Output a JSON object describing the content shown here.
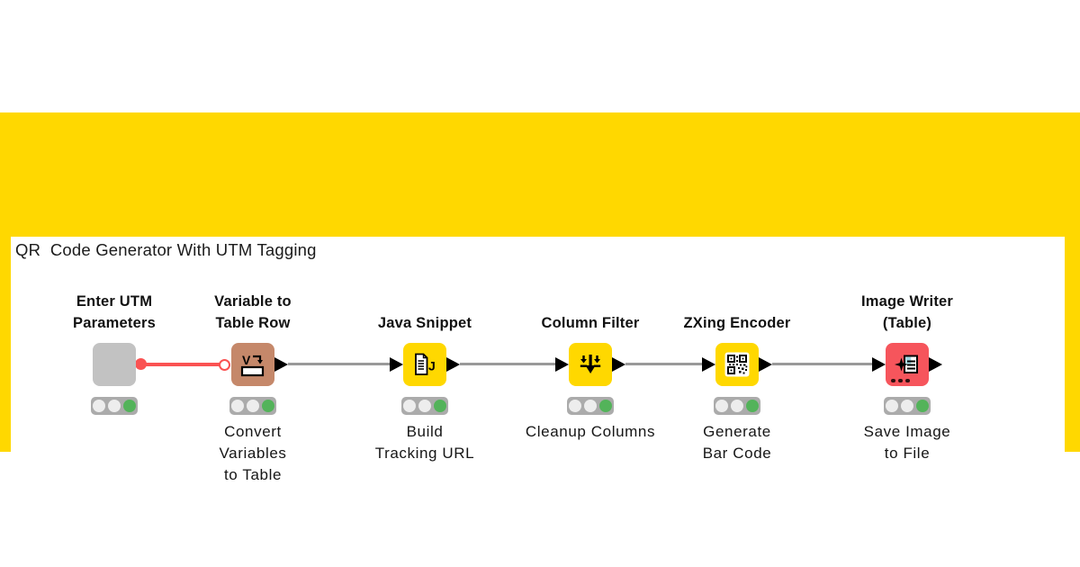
{
  "app": {
    "name": "KNIME workflow diagram",
    "title": "QR  Code Generator With UTM Tagging"
  },
  "colors": {
    "knime_yellow": "#ffd800",
    "node_gray": "#c2c2c2",
    "node_brown": "#c5886a",
    "node_red": "#f6555c",
    "flow_variable_red": "#fa5252",
    "data_line_gray": "#999999",
    "traffic_light_bg": "#ababab",
    "traffic_light_off": "#ededed",
    "traffic_light_green": "#53b35a"
  },
  "workflow": {
    "nodes": [
      {
        "label": "Enter UTM\nParameters",
        "caption": "",
        "color": "#c2c2c2",
        "icon": "none",
        "status": "executed",
        "outputs": [
          "flow-variable"
        ]
      },
      {
        "label": "Variable to\nTable Row",
        "caption": "Convert\nVariables\nto Table",
        "color": "#c5886a",
        "icon": "variable-to-table-icon",
        "status": "executed",
        "inputs": [
          "flow-variable"
        ],
        "outputs": [
          "data"
        ]
      },
      {
        "label": "Java Snippet",
        "caption": "Build\nTracking URL",
        "color": "#ffd800",
        "icon": "java-snippet-icon",
        "status": "executed",
        "inputs": [
          "data"
        ],
        "outputs": [
          "data"
        ]
      },
      {
        "label": "Column Filter",
        "caption": "Cleanup Columns",
        "color": "#ffd800",
        "icon": "column-filter-icon",
        "status": "executed",
        "inputs": [
          "data"
        ],
        "outputs": [
          "data"
        ]
      },
      {
        "label": "ZXing Encoder",
        "caption": "Generate\nBar Code",
        "color": "#ffd800",
        "icon": "qr-code-icon",
        "status": "executed",
        "inputs": [
          "data"
        ],
        "outputs": [
          "data"
        ]
      },
      {
        "label": "Image Writer\n(Table)",
        "caption": "Save Image\nto File",
        "color": "#f6555c",
        "icon": "image-writer-icon",
        "status": "executed",
        "inputs": [
          "data"
        ],
        "outputs": [
          "data"
        ],
        "dynamic_ports_indicator": "..."
      }
    ],
    "connections": [
      {
        "from": 0,
        "to": 1,
        "type": "flow-variable",
        "color": "#fa5252"
      },
      {
        "from": 1,
        "to": 2,
        "type": "data",
        "color": "#999999"
      },
      {
        "from": 2,
        "to": 3,
        "type": "data",
        "color": "#999999"
      },
      {
        "from": 3,
        "to": 4,
        "type": "data",
        "color": "#999999"
      },
      {
        "from": 4,
        "to": 5,
        "type": "data",
        "color": "#999999"
      }
    ]
  }
}
